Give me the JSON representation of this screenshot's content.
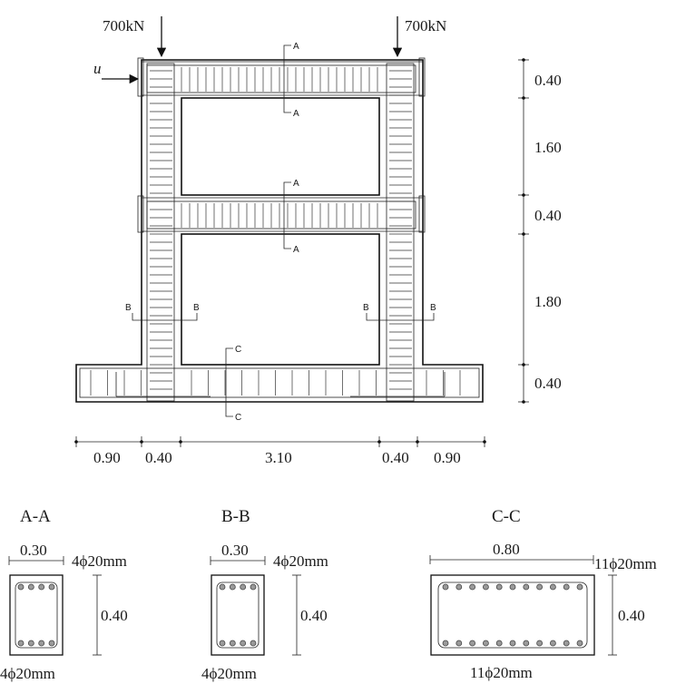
{
  "frame": {
    "loads": {
      "left": "700kN",
      "right": "700kN"
    },
    "lateral_load": "u",
    "section_cut_labels": {
      "beam": "A",
      "column": "B",
      "base": "C"
    },
    "vertical_dims": [
      "0.40",
      "1.60",
      "0.40",
      "1.80",
      "0.40"
    ],
    "horizontal_dims": [
      "0.90",
      "0.40",
      "3.10",
      "0.40",
      "0.90"
    ]
  },
  "sections": [
    {
      "title": "A-A",
      "width": "0.30",
      "height": "0.40",
      "top_bars": "4ϕ20mm",
      "bottom_bars": "4ϕ20mm"
    },
    {
      "title": "B-B",
      "width": "0.30",
      "height": "0.40",
      "top_bars": "4ϕ20mm",
      "bottom_bars": "4ϕ20mm"
    },
    {
      "title": "C-C",
      "width": "0.80",
      "height": "0.40",
      "top_bars": "11ϕ20mm",
      "bottom_bars": "11ϕ20mm"
    }
  ]
}
